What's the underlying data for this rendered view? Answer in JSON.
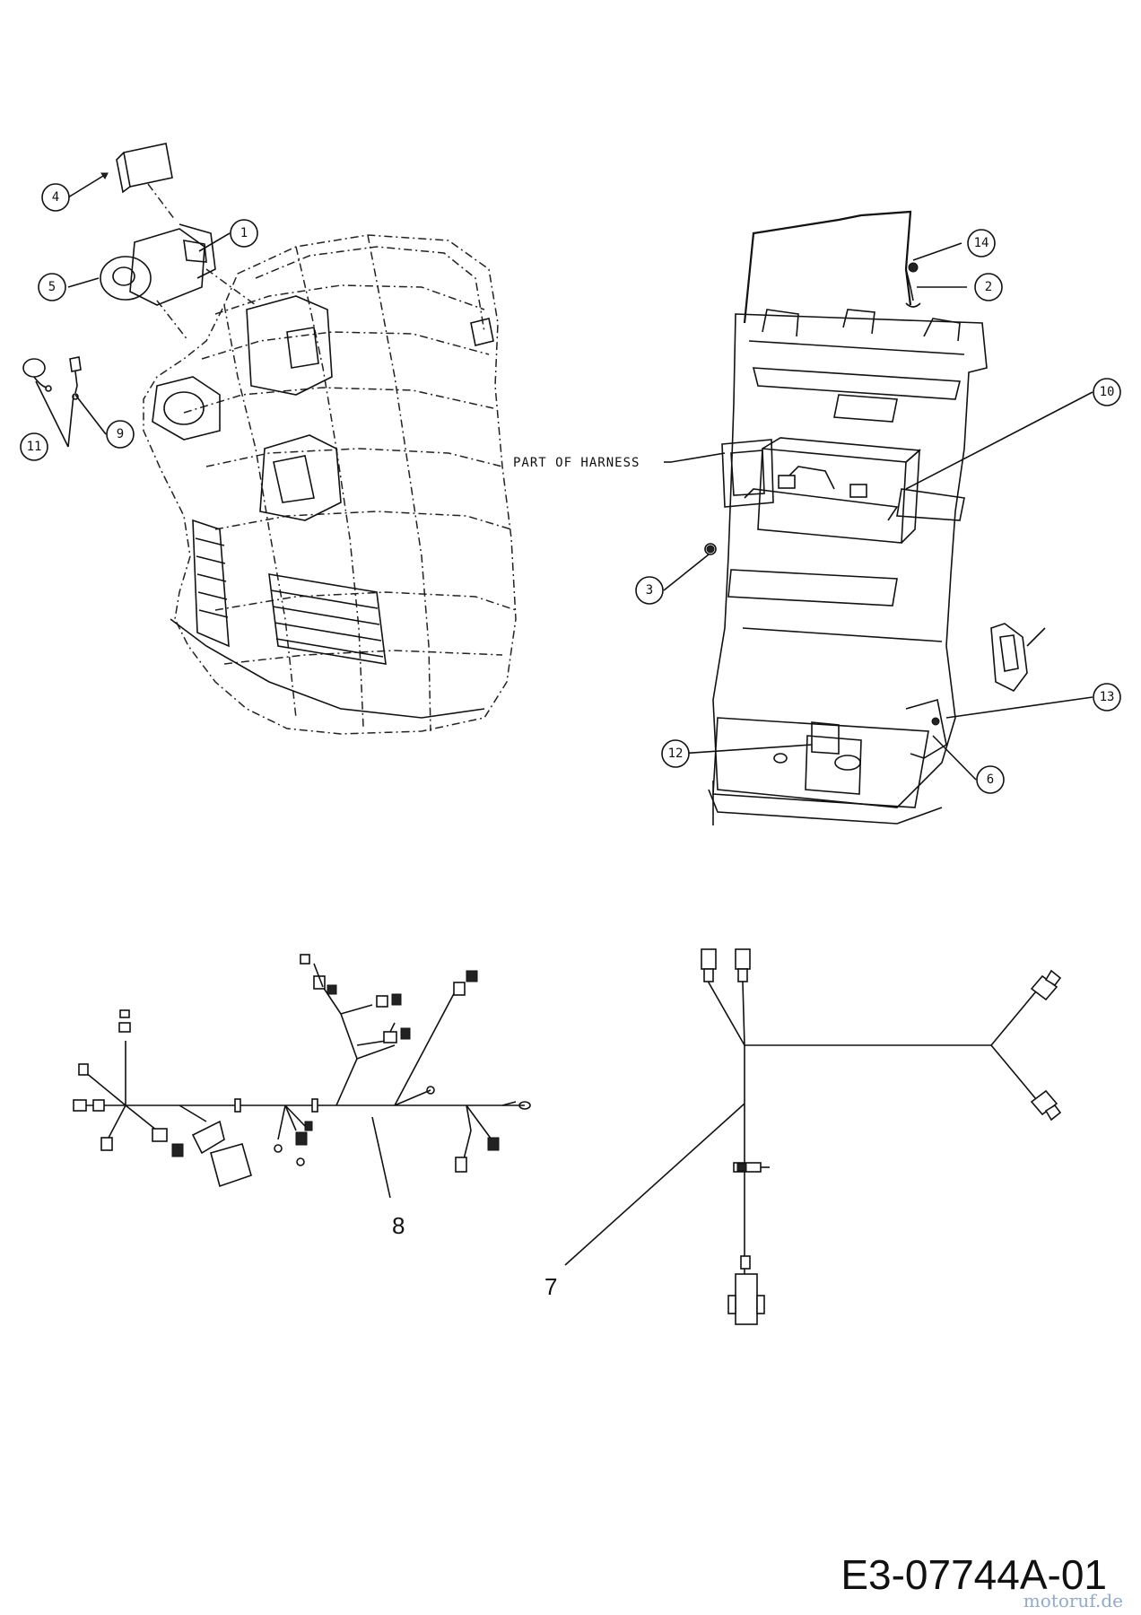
{
  "callouts": {
    "c1": "1",
    "c2": "2",
    "c3": "3",
    "c4": "4",
    "c5": "5",
    "c6": "6",
    "c9": "9",
    "c10": "10",
    "c11": "11",
    "c12": "12",
    "c13": "13",
    "c14": "14"
  },
  "labels": {
    "part_of_harness": "PART OF HARNESS",
    "harness_8": "8",
    "harness_7": "7"
  },
  "footer": {
    "reference_code": "E3-07744A-01",
    "watermark": "motoruf.de"
  }
}
